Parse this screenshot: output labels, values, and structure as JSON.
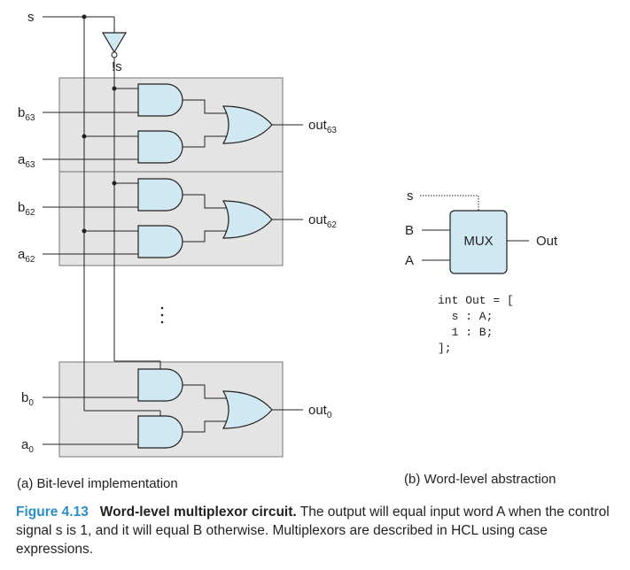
{
  "diagram": {
    "signal_s": "s",
    "signal_not_s": "!s",
    "bit_slices": [
      {
        "b_base": "b",
        "b_sub": "63",
        "a_base": "a",
        "a_sub": "63",
        "out_base": "out",
        "out_sub": "63"
      },
      {
        "b_base": "b",
        "b_sub": "62",
        "a_base": "a",
        "a_sub": "62",
        "out_base": "out",
        "out_sub": "62"
      },
      {
        "b_base": "b",
        "b_sub": "0",
        "a_base": "a",
        "a_sub": "0",
        "out_base": "out",
        "out_sub": "0"
      }
    ],
    "panel_a_label": "(a) Bit-level implementation",
    "panel_b_label": "(b) Word-level abstraction",
    "mux": {
      "s": "s",
      "b": "B",
      "a": "A",
      "box": "MUX",
      "out": "Out"
    },
    "hcl": [
      "int Out = [",
      "  s : A;",
      "  1 : B;",
      "];"
    ]
  },
  "caption": {
    "number": "Figure 4.13",
    "title": "Word-level multiplexor circuit.",
    "text": " The output will equal input word A when the control signal s is 1, and it will equal B otherwise. Multiplexors are described in HCL using case expressions."
  }
}
